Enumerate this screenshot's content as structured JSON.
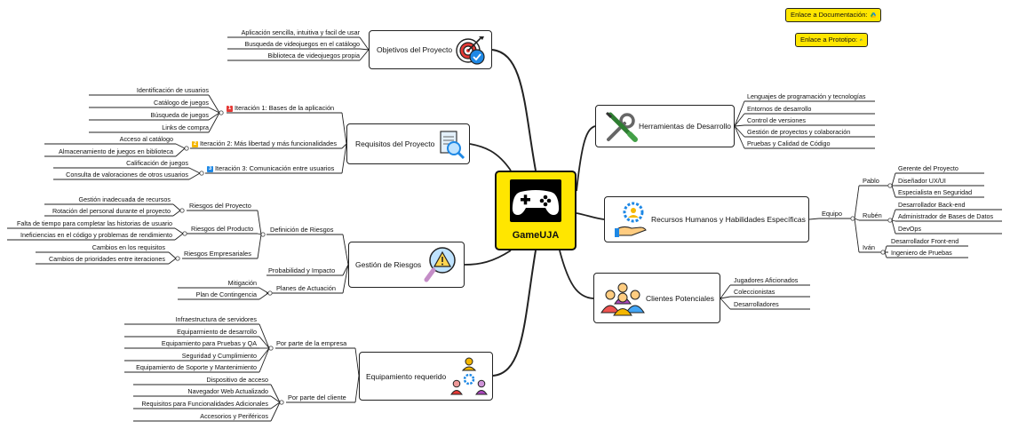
{
  "center": {
    "title": "GameUJA",
    "icon": "gamepad-icon"
  },
  "links": {
    "documentation": "Enlace a Documentación:",
    "prototype": "Enlace a Prototipo:"
  },
  "objetivos": {
    "title": "Objetivos del Proyecto",
    "icon": "target-icon",
    "items": [
      "Aplicación sencilla, intuitiva y facil de usar",
      "Busqueda de videojuegos en el catálogo",
      "Biblioteca de videojuegos propia"
    ]
  },
  "requisitos": {
    "title": "Requisitos del Proyecto",
    "icon": "magnifier-document-icon",
    "iterations": [
      {
        "badge": "1",
        "label": "Iteración 1: Bases de la aplicación",
        "color": "#e53935",
        "items": [
          "Identificación de usuarios",
          "Catálogo de juegos",
          "Búsqueda de juegos",
          "Links de compra"
        ]
      },
      {
        "badge": "2",
        "label": "Iteración 2: Más libertad y más funcionalidades",
        "color": "#f5b700",
        "items": [
          "Acceso al catálogo",
          "Almacenamiento de juegos en biblioteca"
        ]
      },
      {
        "badge": "3",
        "label": "Iteración 3: Comunicación entre usuarios",
        "color": "#1e88e5",
        "items": [
          "Calificación de juegos",
          "Consulta de valoraciones de otros usuarios"
        ]
      }
    ]
  },
  "riesgos": {
    "title": "Gestión de Riesgos",
    "icon": "warning-magnifier-icon",
    "definicion": {
      "label": "Definición de Riesgos",
      "groups": [
        {
          "label": "Riesgos del Proyecto",
          "items": [
            "Gestión inadecuada de recursos",
            "Rotación del personal durante el proyecto"
          ]
        },
        {
          "label": "Riesgos del Producto",
          "items": [
            "Falta de tiempo para completar las historias de usuario",
            "Ineficiencias en el código y problemas de rendimiento"
          ]
        },
        {
          "label": "Riesgos Empresariales",
          "items": [
            "Cambios en los requisitos",
            "Cambios de prioridades entre iteraciones"
          ]
        }
      ]
    },
    "probabilidad": "Probabilidad y Impacto",
    "planes": {
      "label": "Planes de Actuación",
      "items": [
        "Mitigación",
        "Plan de Contingencia"
      ]
    }
  },
  "equipamiento": {
    "title": "Equipamiento requerido",
    "icon": "team-gear-icon",
    "empresa": {
      "label": "Por parte de la empresa",
      "items": [
        "Infraestructura de servidores",
        "Equiparmiento de desarrollo",
        "Equipamiento para Pruebas y QA",
        "Seguridad y Cumplimiento",
        "Equipamiento de Soporte y Mantenimiento"
      ]
    },
    "cliente": {
      "label": "Por parte del cliente",
      "items": [
        "Dispositivo de acceso",
        "Navegador Web Actualizado",
        "Requisitos para Funcionalidades Adicionales",
        "Accesorios y Periféricos"
      ]
    }
  },
  "herramientas": {
    "title": "Herramientas de Desarrollo",
    "icon": "tools-icon",
    "items": [
      "Lenguajes de programación y tecnologías",
      "Entornos de desarrollo",
      "Control de versiones",
      "Gestión de proyectos y colaboración",
      "Pruebas y Calidad de Código"
    ]
  },
  "recursos": {
    "title": "Recursos Humanos y Habilidades Específicas",
    "icon": "hand-gear-icon",
    "equipo": "Equipo",
    "members": [
      {
        "name": "Pablo",
        "roles": [
          "Gerente del Proyecto",
          "Diseñador UX/UI",
          "Especialista en Seguridad"
        ]
      },
      {
        "name": "Rubén",
        "roles": [
          "Desarrollador Back-end",
          "Administrador de Bases de Datos",
          "DevOps"
        ]
      },
      {
        "name": "Iván",
        "roles": [
          "Desarrollador Front-end",
          "Ingeniero de Pruebas"
        ]
      }
    ]
  },
  "clientes": {
    "title": "Clientes Potenciales",
    "icon": "people-group-icon",
    "items": [
      "Jugadores Aficionados",
      "Coleccionistas",
      "Desarrolladores"
    ]
  }
}
